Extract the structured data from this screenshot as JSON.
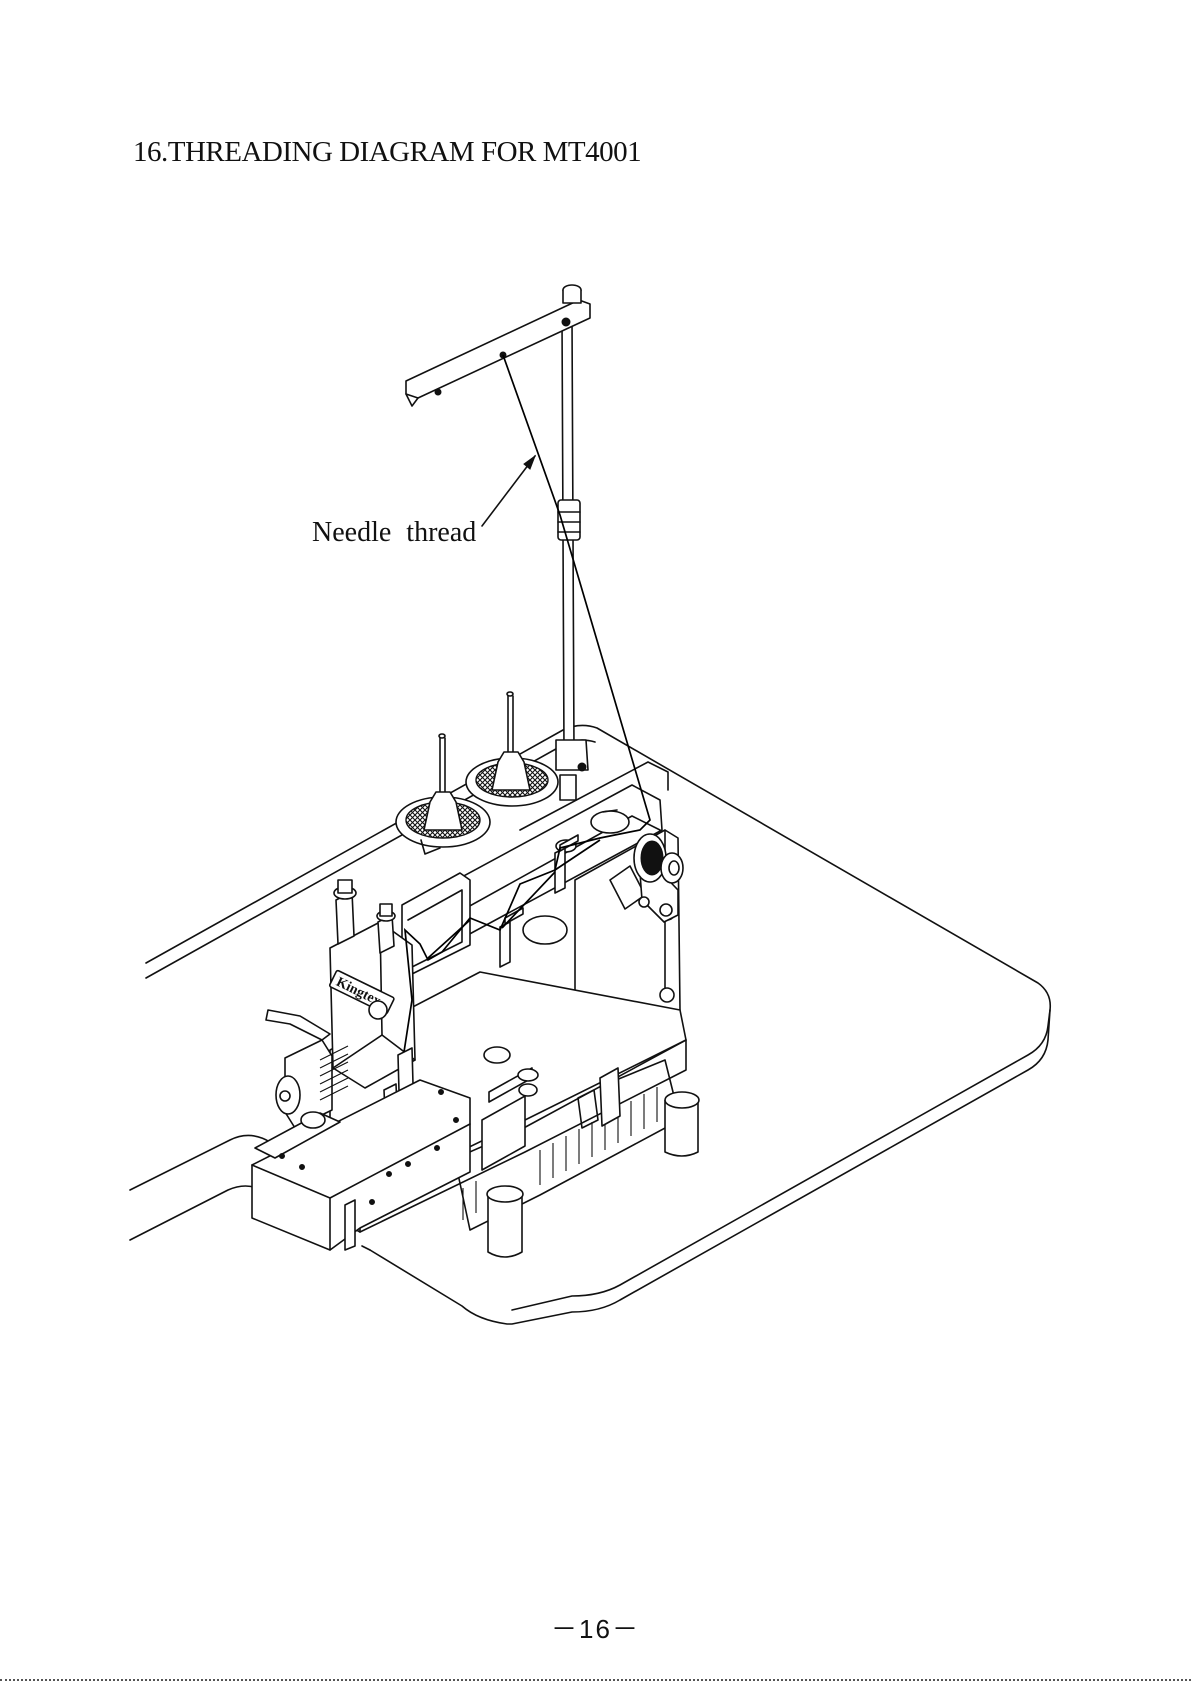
{
  "page": {
    "title": "16.THREADING DIAGRAM FOR MT4001",
    "page_number": "－16－"
  },
  "diagram": {
    "callouts": {
      "needle_thread": "Needle  thread"
    },
    "brand_logo_text": "Kingtex"
  }
}
